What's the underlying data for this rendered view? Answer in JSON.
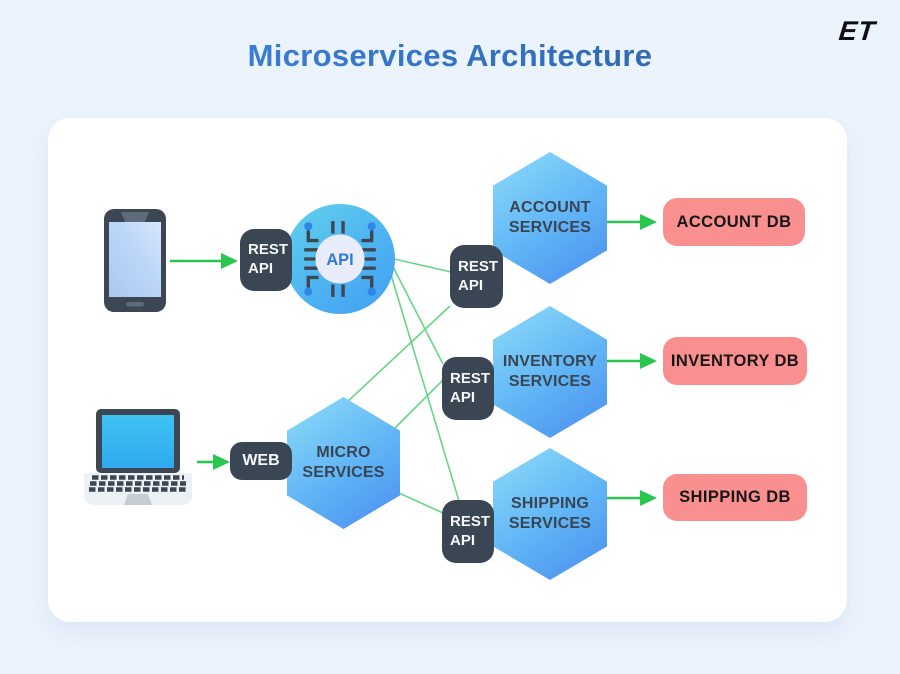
{
  "header": {
    "title": "Microservices Architecture",
    "logo_text": "ET"
  },
  "diagram": {
    "clients": {
      "phone_icon": "smartphone-icon",
      "laptop_icon": "laptop-icon"
    },
    "gateway": {
      "api_label": "API",
      "phone_entry": {
        "line1": "REST",
        "line2": "API"
      },
      "web_entry": {
        "label": "WEB"
      }
    },
    "microservices_hub": {
      "line1": "MICRO",
      "line2": "SERVICES"
    },
    "services": {
      "account": {
        "rest": {
          "line1": "REST",
          "line2": "API"
        },
        "hex": {
          "line1": "ACCOUNT",
          "line2": "SERVICES"
        },
        "db": "ACCOUNT DB"
      },
      "inventory": {
        "rest": {
          "line1": "REST",
          "line2": "API"
        },
        "hex": {
          "line1": "INVENTORY",
          "line2": "SERVICES"
        },
        "db": "INVENTORY DB"
      },
      "shipping": {
        "rest": {
          "line1": "REST",
          "line2": "API"
        },
        "hex": {
          "line1": "SHIPPING",
          "line2": "SERVICES"
        },
        "db": "SHIPPING DB"
      }
    },
    "colors": {
      "background": "#ebf3fc",
      "card": "#ffffff",
      "title_blue_start": "#4288e2",
      "title_blue_end": "#2d5e9c",
      "hexagon_gradient_start": "#8edcf9",
      "hexagon_gradient_end": "#4a8cf0",
      "dark_box": "#3a4654",
      "db_pink": "#f98f8f",
      "arrow_green": "#29c650",
      "line_green": "#66d685",
      "label_dark": "#3a4553"
    }
  }
}
